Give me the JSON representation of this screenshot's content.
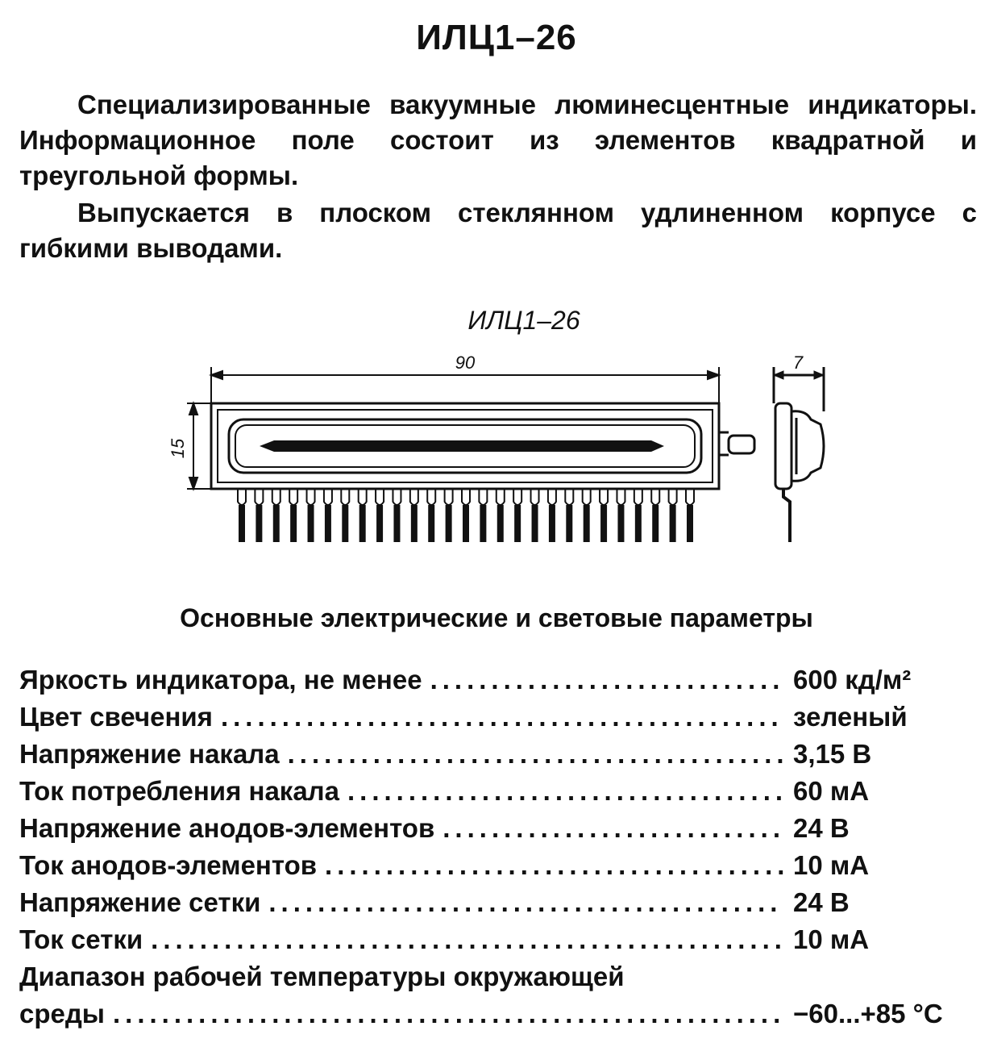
{
  "title": "ИЛЦ1–26",
  "intro": {
    "p1": "Специализированные вакуумные люминесцентные индикаторы. Информационное поле состоит из элементов квадратной и треугольной формы.",
    "p2": "Выпускается в плоском стеклянном удлиненном корпусе с гибкими выводами."
  },
  "figure": {
    "label": "ИЛЦ1–26",
    "dim_width": "90",
    "dim_height": "15",
    "dim_depth": "7"
  },
  "section_title": "Основные электрические и световые параметры",
  "params": [
    {
      "name": "Яркость индикатора, не менее",
      "value": "600 кд/м²"
    },
    {
      "name": "Цвет свечения",
      "value": "зеленый"
    },
    {
      "name": "Напряжение накала",
      "value": "3,15 В"
    },
    {
      "name": "Ток потребления накала",
      "value": "60 мА"
    },
    {
      "name": "Напряжение анодов-элементов",
      "value": "24 В"
    },
    {
      "name": "Ток анодов-элементов",
      "value": "10 мА"
    },
    {
      "name": "Напряжение сетки",
      "value": "24 В"
    },
    {
      "name": "Ток сетки",
      "value": "10 мА"
    }
  ],
  "param_temp": {
    "name_line1": "Диапазон рабочей температуры окружающей",
    "name_line2": "среды",
    "value": "−60...+85 °С"
  }
}
